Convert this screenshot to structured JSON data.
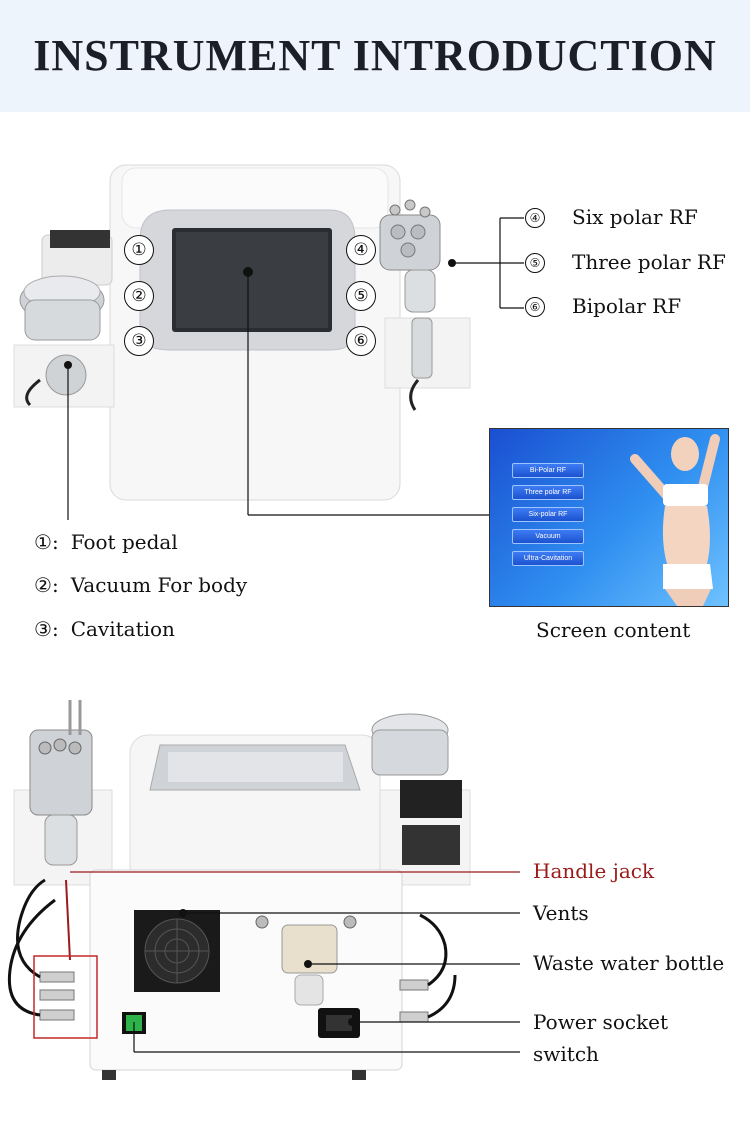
{
  "title": "INSTRUMENT INTRODUCTION",
  "front_markers": [
    "①",
    "②",
    "③",
    "④",
    "⑤",
    "⑥"
  ],
  "left_legend": [
    {
      "num": "①",
      "text": "Foot pedal"
    },
    {
      "num": "②",
      "text": "Vacuum For body"
    },
    {
      "num": "③",
      "text": "Cavitation"
    }
  ],
  "right_legend": [
    {
      "num": "④",
      "text": "Six polar RF"
    },
    {
      "num": "⑤",
      "text": "Three polar RF"
    },
    {
      "num": "⑥",
      "text": "Bipolar RF"
    }
  ],
  "screen": {
    "caption": "Screen content",
    "menu": [
      "Bi-Polar RF",
      "Three polar RF",
      "Six-polar RF",
      "Vacuum",
      "Ultra-Cavitation"
    ]
  },
  "back_labels": {
    "handle_jack": "Handle jack",
    "vents": "Vents",
    "waste_water": "Waste water bottle",
    "power_socket": "Power socket",
    "switch": "switch"
  },
  "colors": {
    "header_bg": "#eef4fc",
    "accent_red": "#9b1b1b",
    "screen_blue": "#1f5fe0"
  }
}
